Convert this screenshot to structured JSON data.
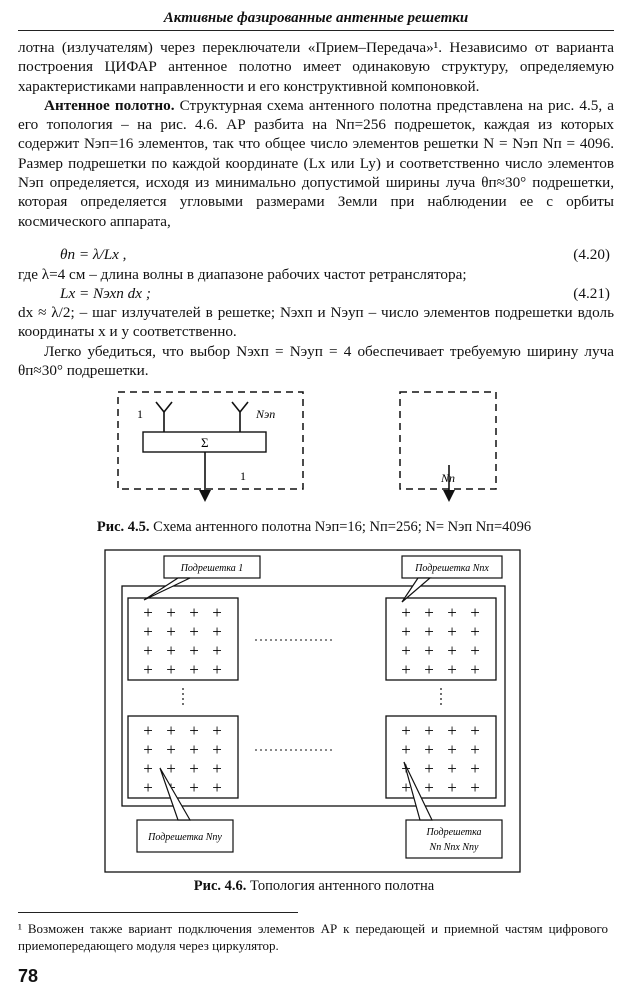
{
  "header": {
    "title": "Активные фазированные антенные решетки"
  },
  "paragraphs": {
    "p1": "лотна (излучателям) через переключатели «Прием–Передача»¹. Независимо от варианта построения ЦИФАР антенное полотно имеет одинаковую структуру, определяемую характеристиками направленности и его конструктивной компоновкой.",
    "p2_lead": "Антенное полотно.",
    "p2_body": " Структурная схема антенного полотна представлена на рис. 4.5, а его топология – на рис. 4.6. АР разбита на Nп=256 подрешеток, каждая из которых содержит Nэп=16 элементов, так что общее число элементов решетки N = Nэп Nп = 4096. Размер подрешетки по каждой координате (Lx или Ly) и соответственно число элементов Nэп определяется, исходя из минимально допустимой ширины луча θп≈30° подрешетки, которая определяется угловыми размерами Земли при наблюдении ее с орбиты космического аппарата,",
    "eq1": "θп = λ/Lx ,",
    "eq1_num": "(4.20)",
    "after_eq1": "где λ=4 см – длина волны в диапазоне рабочих частот ретранслятора;",
    "eq2": "Lx = Nэхп dx ;",
    "eq2_num": "(4.21)",
    "after_eq2": "dx ≈ λ/2; – шаг излучателей в решетке; Nэхп и Nэуп – число элементов подрешетки вдоль координаты x и y соответственно.",
    "p3": "Легко убедиться, что выбор Nэхп = Nэуп = 4 обеспечивает требуемую ширину луча θп≈30° подрешетки."
  },
  "fig45": {
    "label_1": "1",
    "label_nep": "Nэп",
    "label_sigma": "Σ",
    "label_1b": "1",
    "label_np": "Nп",
    "caption_num": "Рис. 4.5.",
    "caption_text": " Схема антенного полотна Nэп=16; Nп=256; N= Nэп Nп=4096"
  },
  "fig46": {
    "callout_tl": "Подрешетка 1",
    "callout_tr": "Подрешетка Nпx",
    "callout_bl": "Подрешетка Nпy",
    "callout_br_1": "Подрешетка",
    "callout_br_2": "Nп  Nпx Nпy",
    "plus_glyph": "+",
    "caption_num": "Рис. 4.6.",
    "caption_text": " Топология антенного полотна"
  },
  "footnote": {
    "mark": "¹",
    "text": " Возможен также вариант подключения элементов АР к передающей и приемной частям цифрового приемопередающего модуля через циркулятор."
  },
  "page_number": "78"
}
